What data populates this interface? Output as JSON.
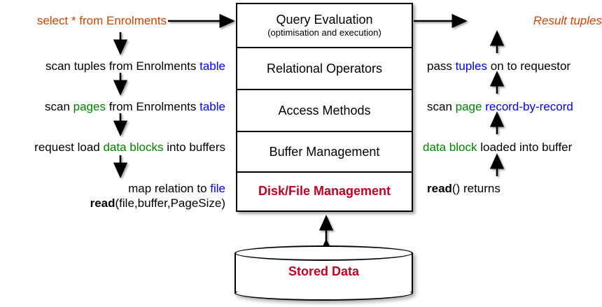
{
  "diagram": {
    "title": "DBMS layered architecture - query processing path",
    "colors": {
      "orange": "#cc4400",
      "blue": "#0000ee",
      "green": "#008000",
      "red": "#c00024",
      "black": "#000000"
    }
  },
  "stack": {
    "layers": [
      {
        "title": "Query Evaluation",
        "subtitle": "(optimisation and execution)",
        "style": "normal"
      },
      {
        "title": "Relational Operators",
        "subtitle": "",
        "style": "normal"
      },
      {
        "title": "Access Methods",
        "subtitle": "",
        "style": "normal"
      },
      {
        "title": "Buffer Management",
        "subtitle": "",
        "style": "normal"
      },
      {
        "title": "Disk/File Management",
        "subtitle": "",
        "style": "red-bold"
      }
    ]
  },
  "storage": {
    "label": "Stored Data"
  },
  "left_flow": {
    "query": "select * from Enrolments",
    "steps": [
      {
        "parts": [
          {
            "text": "scan tuples from Enrolments ",
            "color": "black"
          },
          {
            "text": "table",
            "color": "blue"
          }
        ]
      },
      {
        "parts": [
          {
            "text": "scan ",
            "color": "black"
          },
          {
            "text": "pages",
            "color": "green"
          },
          {
            "text": " from Enrolments ",
            "color": "black"
          },
          {
            "text": "table",
            "color": "blue"
          }
        ]
      },
      {
        "parts": [
          {
            "text": "request load ",
            "color": "black"
          },
          {
            "text": "data blocks",
            "color": "green"
          },
          {
            "text": " into buffers",
            "color": "black"
          }
        ]
      },
      {
        "parts": [
          {
            "text": "map relation to ",
            "color": "black"
          },
          {
            "text": "file",
            "color": "blue"
          }
        ]
      }
    ],
    "read_call_bold": "read",
    "read_call_rest": "(file,buffer,PageSize)"
  },
  "right_flow": {
    "result": "Result tuples",
    "steps": [
      {
        "parts": [
          {
            "text": "pass ",
            "color": "black"
          },
          {
            "text": "tuples",
            "color": "blue"
          },
          {
            "text": " on to requestor",
            "color": "black"
          }
        ]
      },
      {
        "parts": [
          {
            "text": "scan ",
            "color": "black"
          },
          {
            "text": "page",
            "color": "green"
          },
          {
            "text": " ",
            "color": "black"
          },
          {
            "text": "record-by-record",
            "color": "blue"
          }
        ]
      },
      {
        "parts": [
          {
            "text": "data block",
            "color": "green"
          },
          {
            "text": " loaded into buffer",
            "color": "black"
          }
        ]
      }
    ],
    "read_returns_bold": "read",
    "read_returns_rest": "() returns"
  },
  "arrows": {
    "query_to_stack": "arrow-right",
    "stack_to_result": "arrow-right",
    "left_down": "arrow-down",
    "right_up": "arrow-up",
    "stack_to_storage": "arrow-double-vertical"
  }
}
